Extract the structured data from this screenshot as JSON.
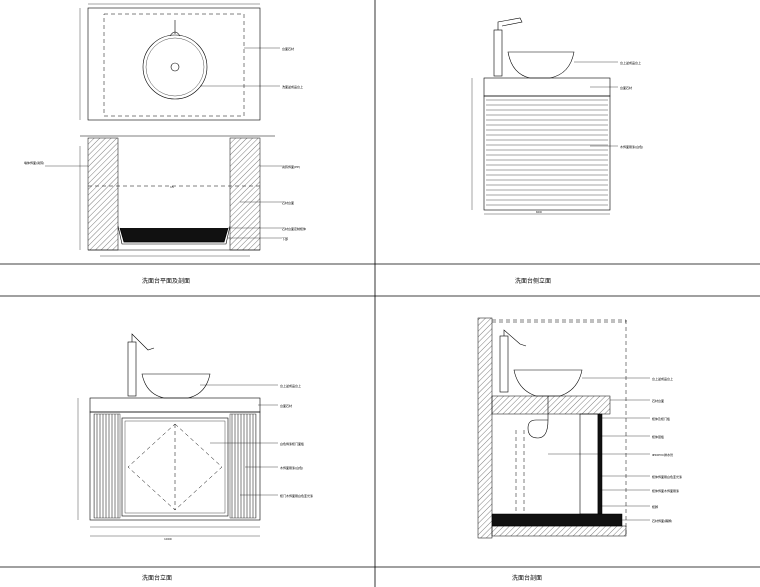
{
  "panels": [
    {
      "caption": "洗面台平面及剖面"
    },
    {
      "caption": "洗面台侧立面"
    },
    {
      "caption": "洗面台立面"
    },
    {
      "caption": "洗面台剖面"
    }
  ],
  "annotations": {
    "p1": [
      "台面石材",
      "洗面盆成品台上",
      "墙体饰面(瓷砖)",
      "瓷砖饰面(PP)",
      "石材台面",
      "石材台面定制柜体",
      "下部"
    ],
    "p2": [
      "台上盆成品台上",
      "台面石材",
      "木饰面刷漆(白色)"
    ],
    "p3": [
      "台上盆成品台上",
      "台面石材",
      "白色烤漆柜门面板",
      "木饰面刷漆(白色)",
      "柜门木饰面刷白色亚光漆"
    ],
    "p4": [
      "台上盆成品台上",
      "石材台面",
      "柜体及柜门板",
      "柜体层板",
      "Φ50PVC排水管",
      "柜体饰面刷白色亚光漆",
      "柜体饰面木饰面刷漆",
      "柜脚",
      "石材饰面(踢脚)"
    ]
  },
  "dimensions": {
    "p1_width": "15",
    "p2_width": "600",
    "p3_total": "1000"
  }
}
